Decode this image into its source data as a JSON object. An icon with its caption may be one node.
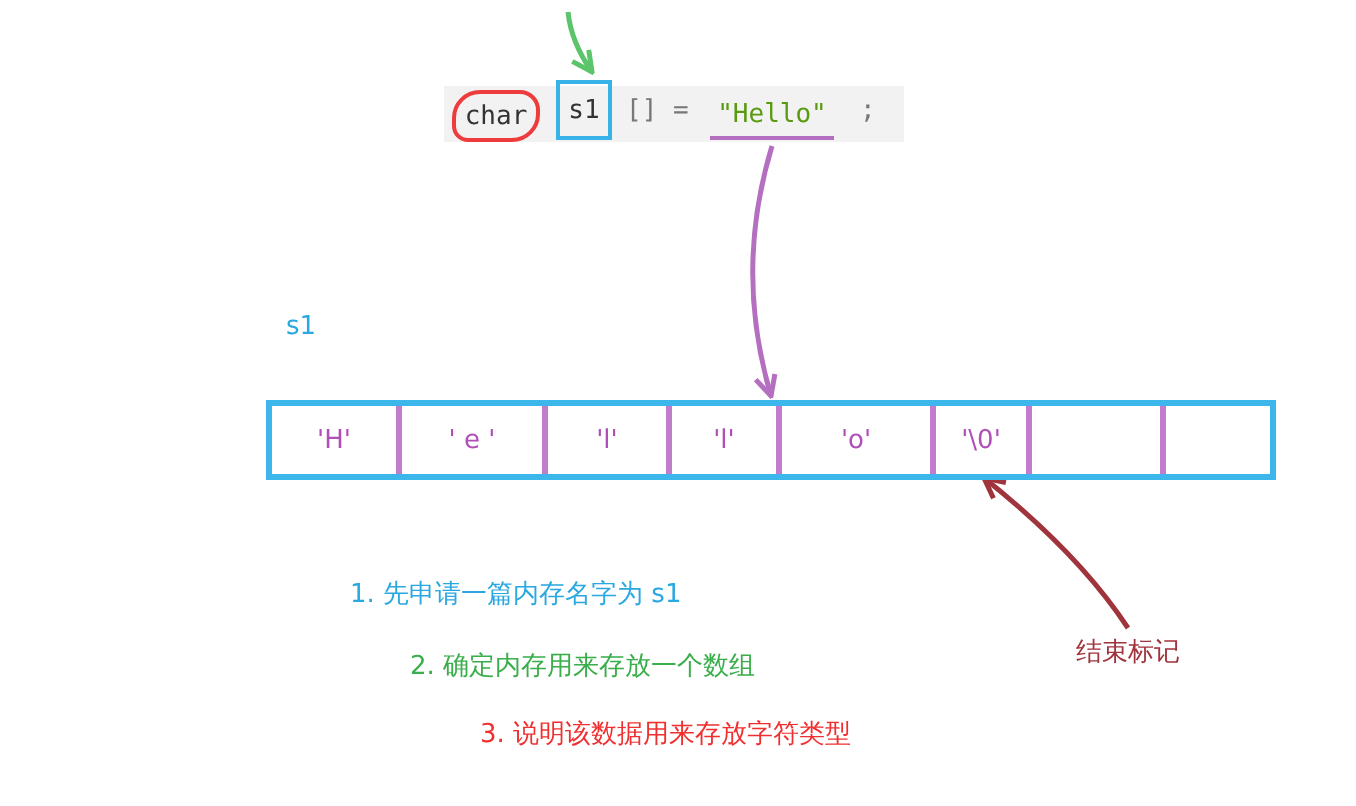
{
  "diagram": {
    "nodes": [
      {
        "text": [
          "char"
        ]
      },
      {
        "text": [
          "s1"
        ]
      },
      {
        "text": [
          "\"Hello\""
        ]
      },
      {
        "text": [],
        "shape": "box",
        "beside": [
          "s1"
        ]
      },
      {
        "text": [
          "'H'"
        ],
        "in": 3
      },
      {
        "text": [
          "' e '"
        ],
        "in": 3
      },
      {
        "text": [
          "'l'"
        ],
        "in": 3
      },
      {
        "text": [
          "'l'"
        ],
        "in": 3
      },
      {
        "text": [
          "'o'"
        ],
        "in": 3
      },
      {
        "text": [
          "'\\0'"
        ],
        "in": 3
      },
      {
        "text": [],
        "shape": "box",
        "in": 3
      },
      {
        "text": [],
        "shape": "box",
        "in": 3
      },
      {
        "text": [
          "结束标记"
        ]
      }
    ],
    "edges": [
      {
        "from": null,
        "to": 1,
        "arrow": "to",
        "color": "#5cc46a"
      },
      {
        "from": 2,
        "to": 3,
        "arrow": "to",
        "color": "#b56fc0"
      },
      {
        "from": 12,
        "to": 9,
        "arrow": "to",
        "color": "#a0343c"
      }
    ],
    "labels": [
      "[] =",
      ";",
      "1. 先申请一篇内存名字为 s1",
      "2. 确定内存用来存放一个数组",
      "3. 说明该数据用来存放字符类型"
    ]
  }
}
